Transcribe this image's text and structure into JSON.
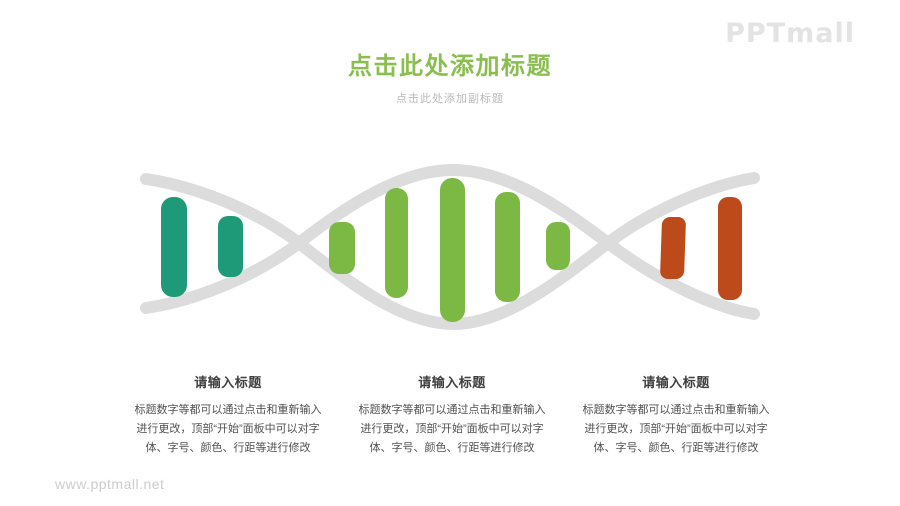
{
  "logo": {
    "text": "PPTmall"
  },
  "header": {
    "title": "点击此处添加标题",
    "subtitle": "点击此处添加副标题"
  },
  "columns": [
    {
      "title": "请输入标题",
      "body": "标题数字等都可以通过点击和重新输入进行更改，顶部“开始”面板中可以对字体、字号、颜色、行距等进行修改"
    },
    {
      "title": "请输入标题",
      "body": "标题数字等都可以通过点击和重新输入进行更改，顶部“开始”面板中可以对字体、字号、颜色、行距等进行修改"
    },
    {
      "title": "请输入标题",
      "body": "标题数字等都可以通过点击和重新输入进行更改，顶部“开始”面板中可以对字体、字号、颜色、行距等进行修改"
    }
  ],
  "watermark": {
    "text": "www.pptmall.net"
  },
  "colors": {
    "title_green": "#8abe4f",
    "subtitle_gray": "#b9b9b9",
    "strand_gray": "#dcdcdc",
    "teal": "#1f9a78",
    "green": "#7cb944",
    "rust": "#bd4a1b",
    "heading_dark": "#3f3f3f",
    "body_gray": "#515151",
    "logo_gray": "#e3e3e3",
    "watermark_gray": "#cccccc"
  }
}
